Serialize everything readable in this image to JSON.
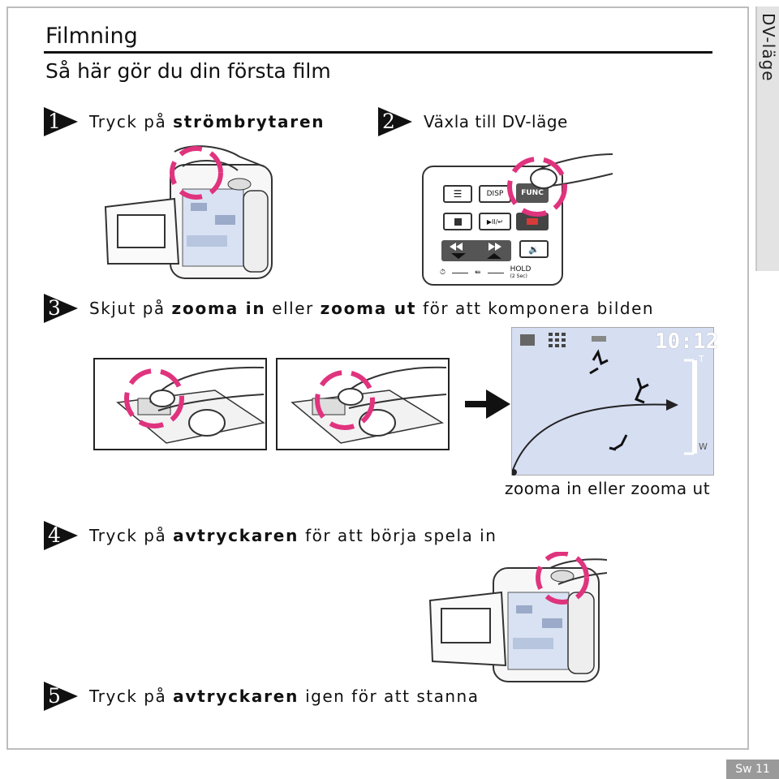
{
  "page": {
    "title": "Filmning",
    "subtitle": "Så här gör du din första film",
    "side_tab": "DV-läge",
    "page_number": "Sw 11"
  },
  "steps": [
    {
      "number": "1",
      "pre": "Tryck på ",
      "bold": "strömbrytaren",
      "post": ""
    },
    {
      "number": "2",
      "pre": "Växla till DV-läge",
      "bold": "",
      "post": ""
    },
    {
      "number": "3",
      "pre": "Skjut på ",
      "bold": "zooma in",
      "mid": " eller ",
      "bold2": "zooma ut",
      "post": " för att komponera bilden"
    },
    {
      "number": "4",
      "pre": "Tryck på ",
      "bold": "avtryckaren",
      "post": " för att börja spela in"
    },
    {
      "number": "5",
      "pre": "Tryck på ",
      "bold": "avtryckaren",
      "post": " igen för att stanna"
    }
  ],
  "remote": {
    "disp_label": "DISP",
    "func_label": "FUNC",
    "play_label": "▶II/↵",
    "hold_label": "HOLD",
    "hold_sub": "(2 Sec)"
  },
  "lcd": {
    "time": "10:12",
    "tele_label": "T",
    "wide_label": "W"
  },
  "zoom_caption": "zooma in eller zooma ut",
  "colors": {
    "highlight": "#e0337e",
    "accent_bar": "#111111",
    "lcd_bg": "#d6def2",
    "side_tab_bg": "#e3e3e3"
  }
}
